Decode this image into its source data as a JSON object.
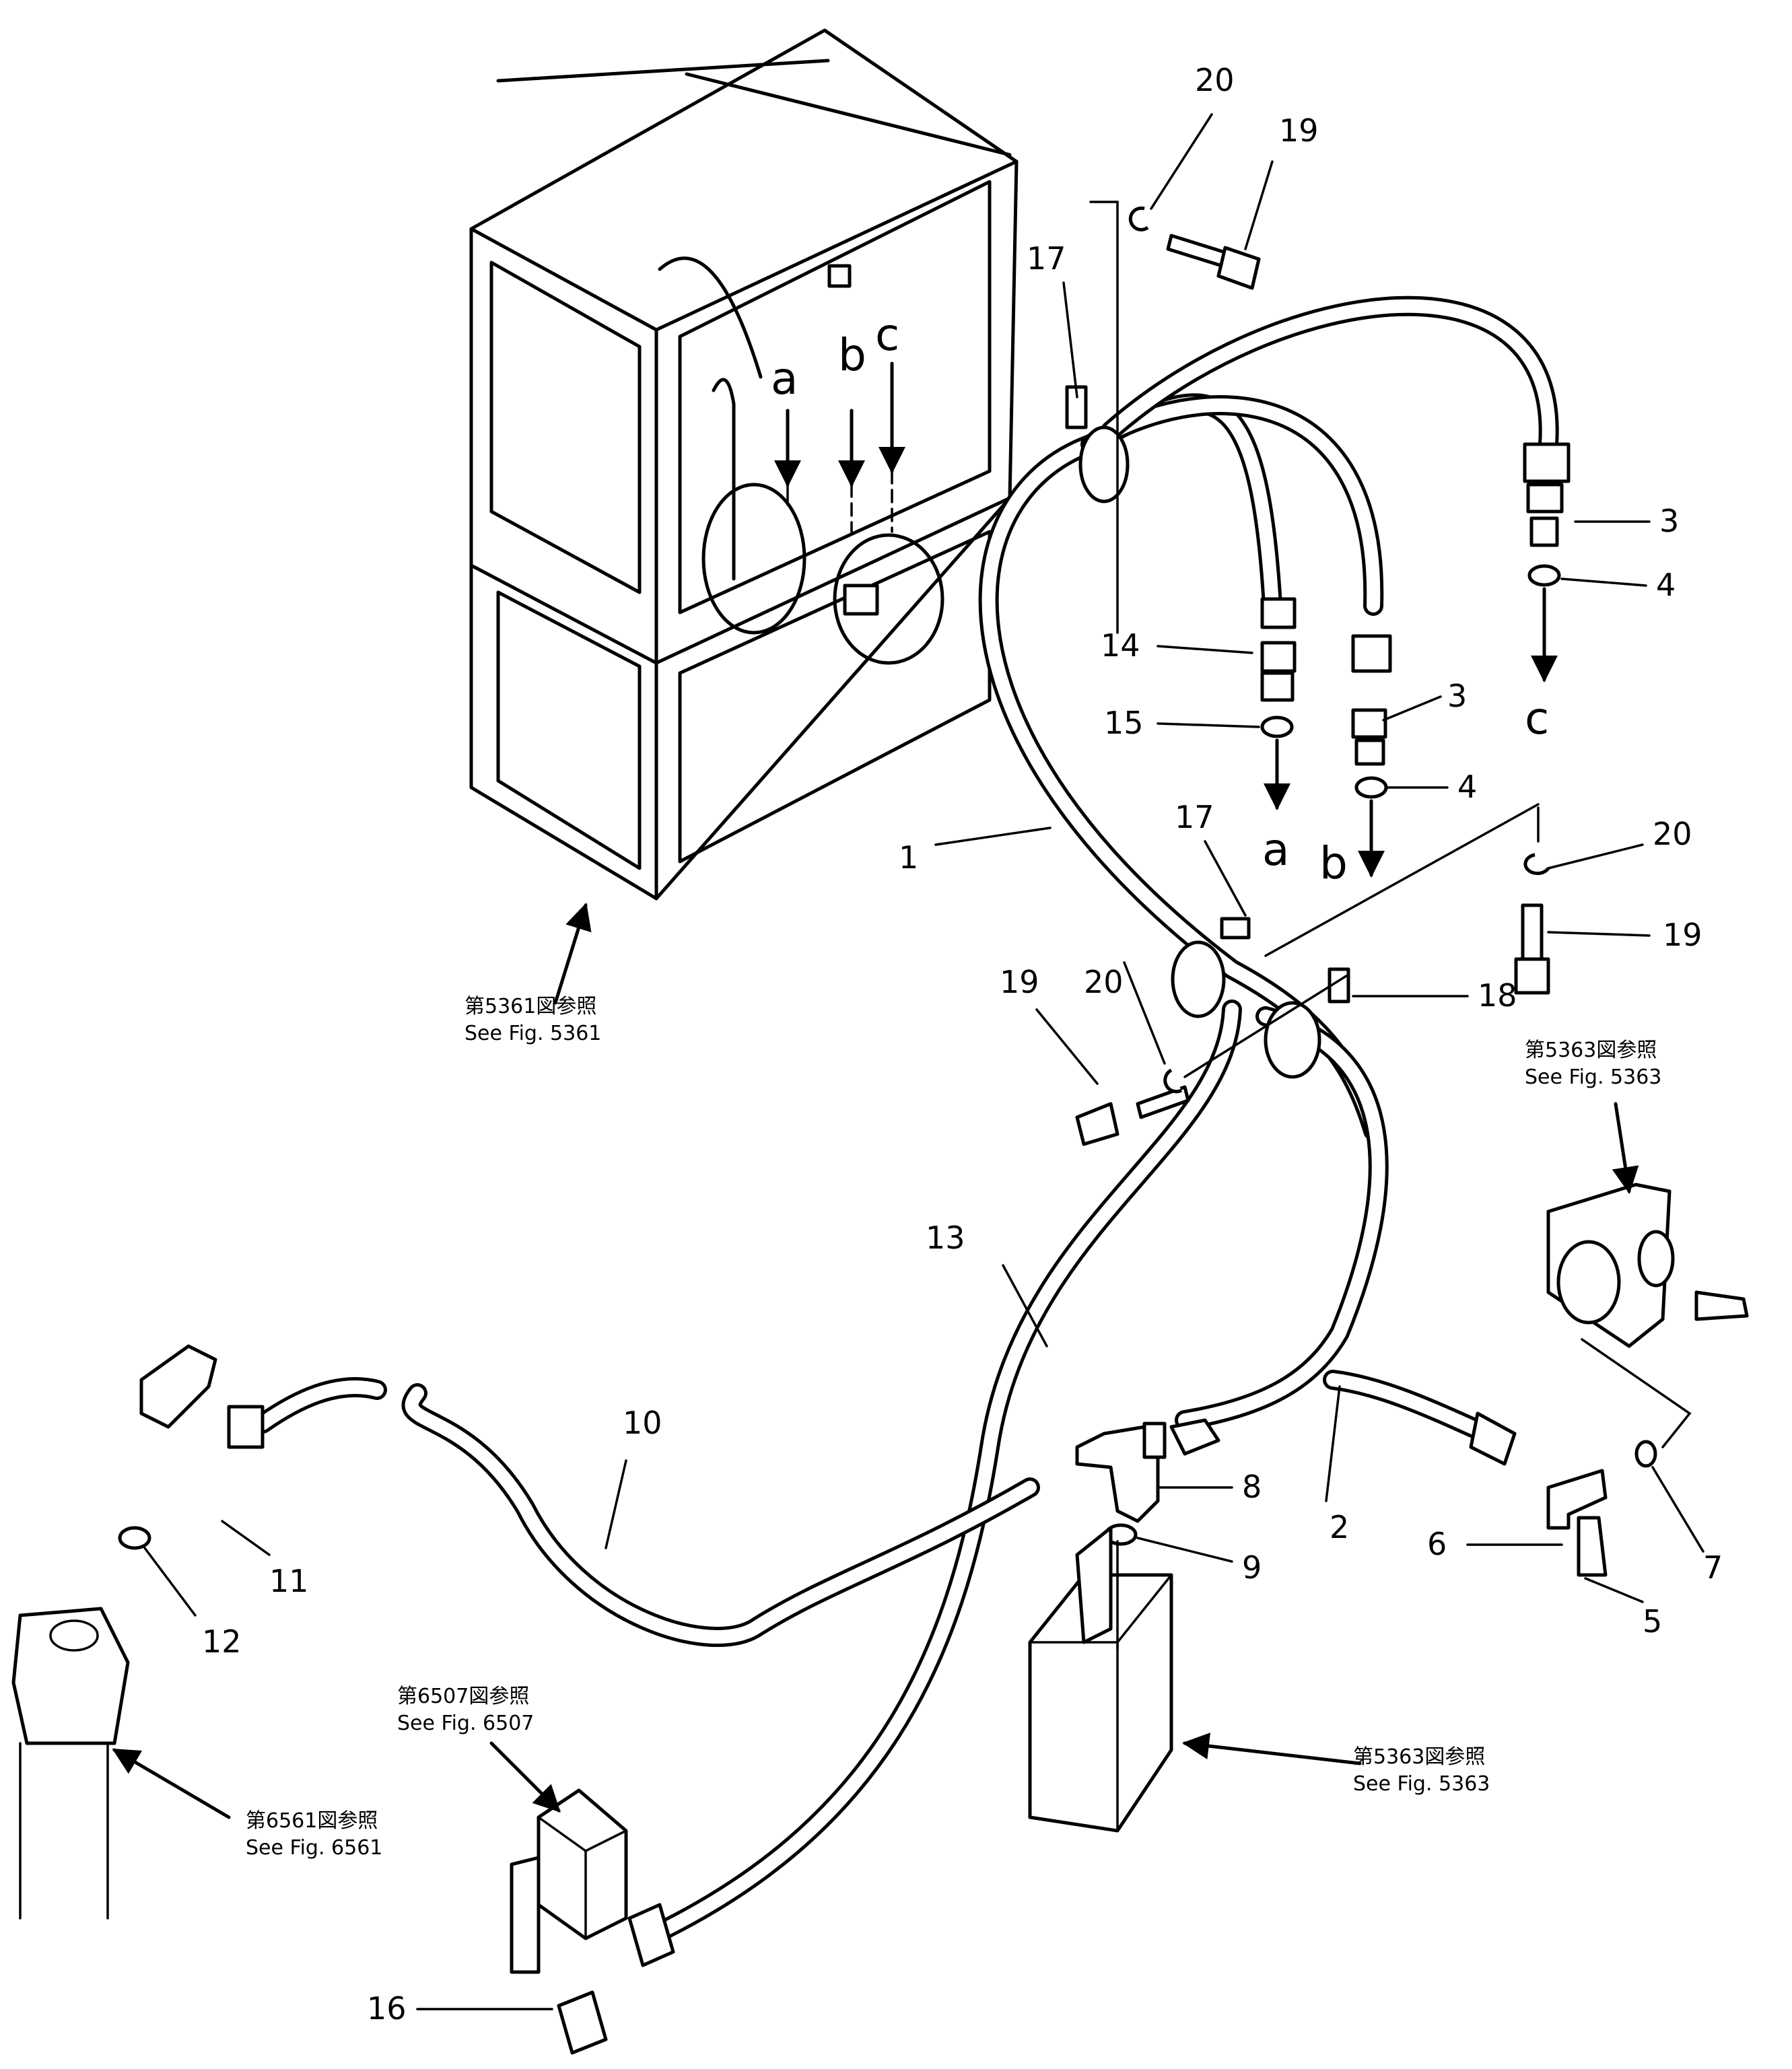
{
  "callouts": [
    "1",
    "2",
    "3",
    "3",
    "4",
    "4",
    "5",
    "6",
    "7",
    "8",
    "9",
    "10",
    "11",
    "12",
    "13",
    "14",
    "15",
    "16",
    "17",
    "17",
    "18",
    "19",
    "19",
    "19",
    "20",
    "20",
    "20"
  ],
  "port_letters": {
    "a": "a",
    "b": "b",
    "c": "c"
  },
  "references": {
    "fig5361": {
      "ja": "第5361図参照",
      "en": "See  Fig. 5361"
    },
    "fig5363_upper": {
      "ja": "第5363図参照",
      "en": "See  Fig. 5363"
    },
    "fig5363_lower": {
      "ja": "第5363図参照",
      "en": "See  Fig. 5363"
    },
    "fig6507": {
      "ja": "第6507図参照",
      "en": "See  Fig. 6507"
    },
    "fig6561": {
      "ja": "第6561図参照",
      "en": "See  Fig. 6561"
    }
  }
}
